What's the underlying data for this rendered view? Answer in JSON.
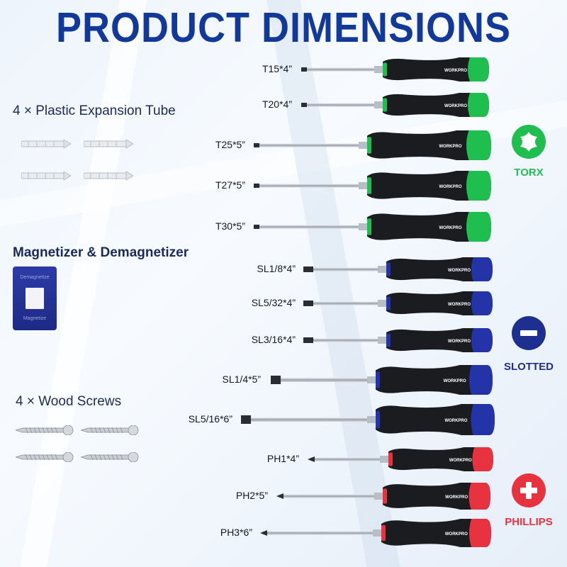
{
  "title": "PRODUCT DIMENSIONS",
  "accessories": {
    "plugs": "4 × Plastic Expansion Tube",
    "magnetizer": "Magnetizer & Demagnetizer",
    "magnetizer_top_label": "Demagnetize",
    "magnetizer_bottom_label": "Magnetize",
    "screws": "4 × Wood Screws"
  },
  "brand": "WORKPRO",
  "screwdrivers": [
    {
      "label": "T15*4”",
      "type": "torx"
    },
    {
      "label": "T20*4”",
      "type": "torx"
    },
    {
      "label": "T25*5”",
      "type": "torx"
    },
    {
      "label": "T27*5”",
      "type": "torx"
    },
    {
      "label": "T30*5”",
      "type": "torx"
    },
    {
      "label": "SL1/8*4”",
      "type": "slotted"
    },
    {
      "label": "SL5/32*4”",
      "type": "slotted"
    },
    {
      "label": "SL3/16*4”",
      "type": "slotted"
    },
    {
      "label": "SL1/4*5”",
      "type": "slotted"
    },
    {
      "label": "SL5/16*6”",
      "type": "slotted"
    },
    {
      "label": "PH1*4”",
      "type": "phillips"
    },
    {
      "label": "PH2*5”",
      "type": "phillips"
    },
    {
      "label": "PH3*6”",
      "type": "phillips"
    }
  ],
  "types": {
    "torx": {
      "label": "TORX",
      "color": "#1fbf4f",
      "icon": "torx-star-icon"
    },
    "slotted": {
      "label": "SLOTTED",
      "color": "#1d2f8f",
      "icon": "minus-icon"
    },
    "phillips": {
      "label": "PHILLIPS",
      "color": "#e8323f",
      "icon": "plus-icon"
    }
  },
  "colors": {
    "title": "#12399a",
    "torx": "#1fbf4f",
    "slotted": "#2433a8",
    "phillips": "#e8323f"
  }
}
